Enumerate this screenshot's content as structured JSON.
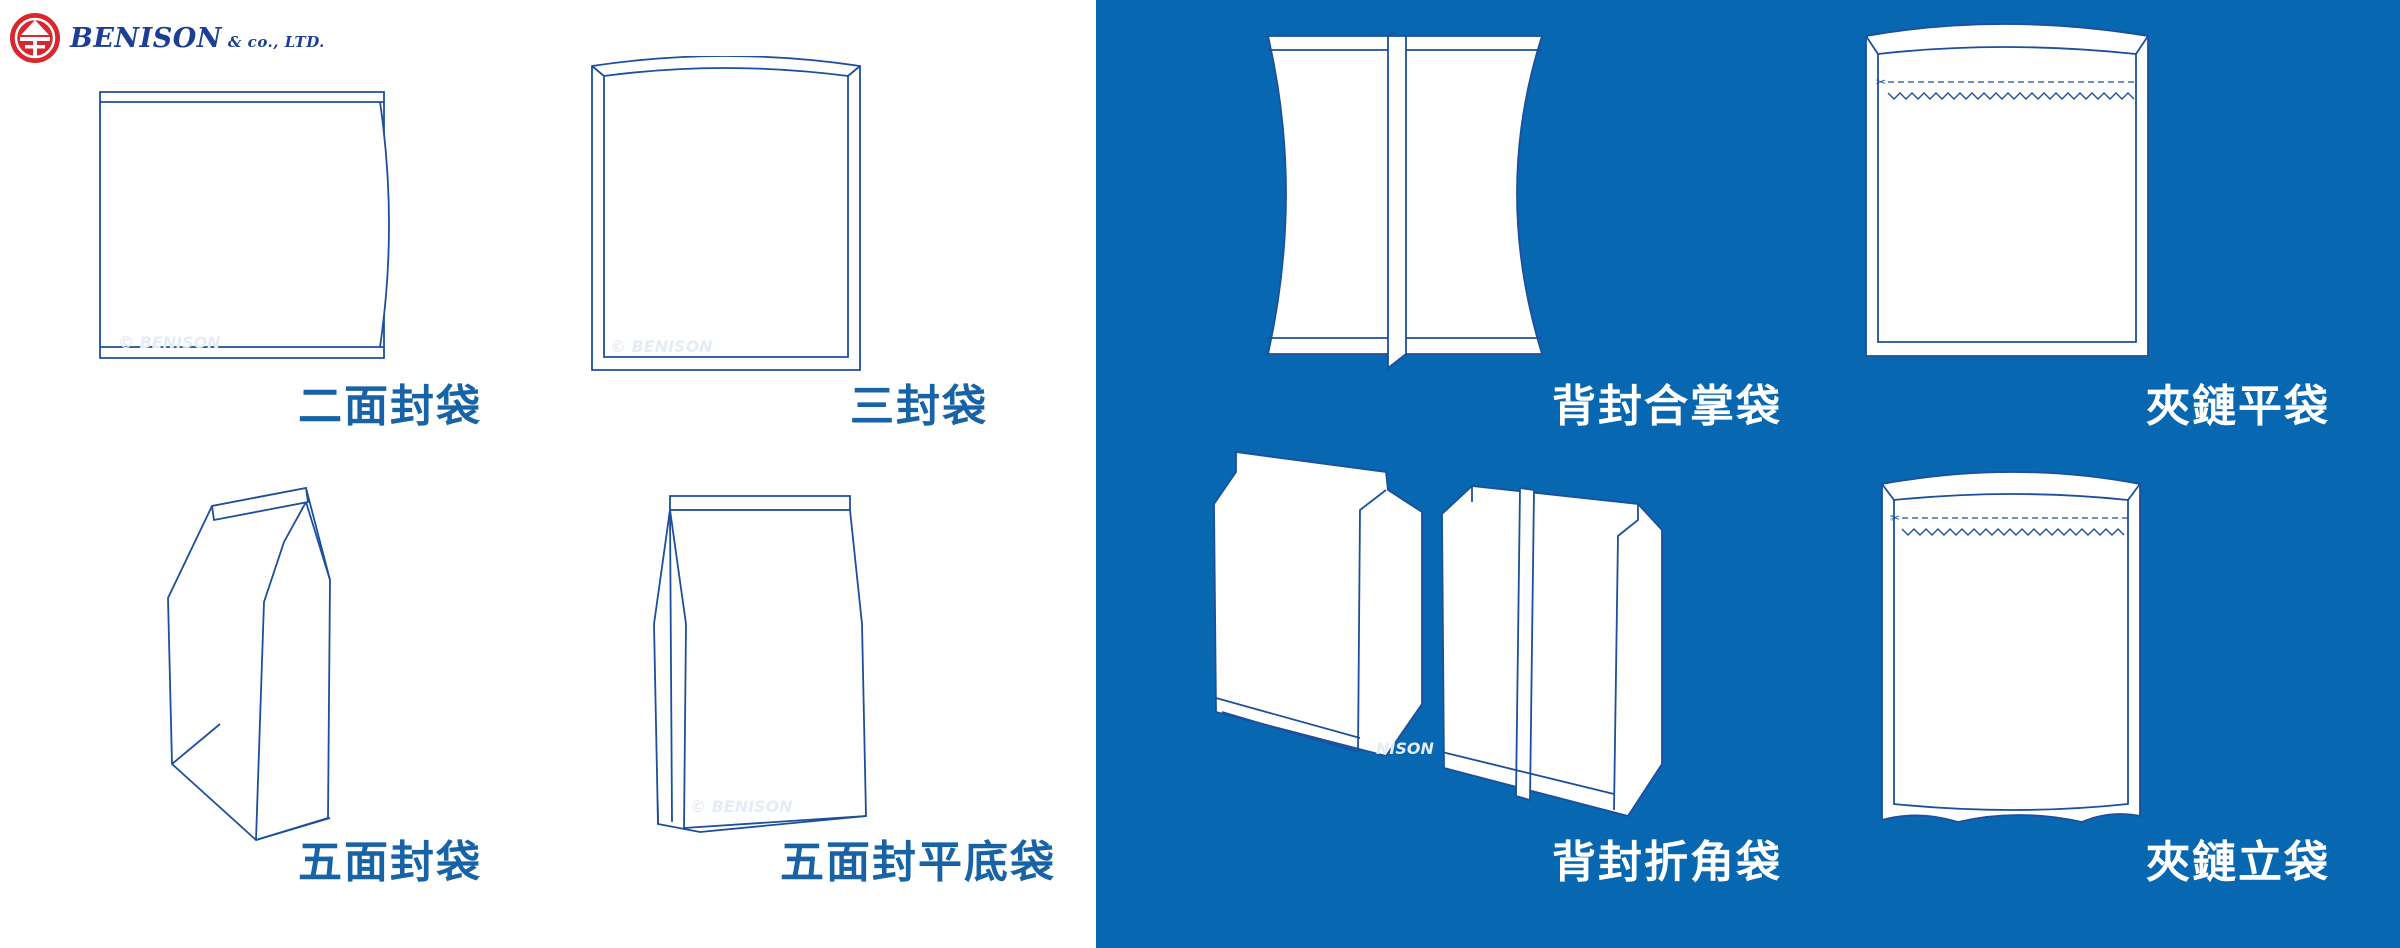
{
  "brand": {
    "name": "BENISON",
    "suffix": "& co., LTD.",
    "mark_icon": "benison-logo-icon",
    "primary_color": "#1c3f94",
    "mark_color": "#d7272f"
  },
  "colors": {
    "left_background": "#ffffff",
    "right_background": "#0767b0",
    "outline_blue": "#1c4f9c",
    "label_blue": "#1763a6",
    "label_white": "#ffffff"
  },
  "bags": {
    "two_side_seal": {
      "label": "二面封袋",
      "icon": "two-side-seal-bag-icon"
    },
    "three_side_seal": {
      "label": "三封袋",
      "icon": "three-side-seal-bag-icon"
    },
    "five_side_seal": {
      "label": "五面封袋",
      "icon": "five-side-seal-bag-icon"
    },
    "five_side_flat_bottom": {
      "label": "五面封平底袋",
      "icon": "flat-bottom-bag-icon"
    },
    "back_seal_fin": {
      "label": "背封合掌袋",
      "icon": "back-seal-fin-bag-icon"
    },
    "zipper_flat": {
      "label": "夾鏈平袋",
      "icon": "zipper-flat-bag-icon"
    },
    "back_seal_gusset": {
      "label": "背封折角袋",
      "icon": "back-seal-gusset-bag-icon"
    },
    "zipper_stand_up": {
      "label": "夾鏈立袋",
      "icon": "zipper-stand-up-bag-icon"
    }
  }
}
